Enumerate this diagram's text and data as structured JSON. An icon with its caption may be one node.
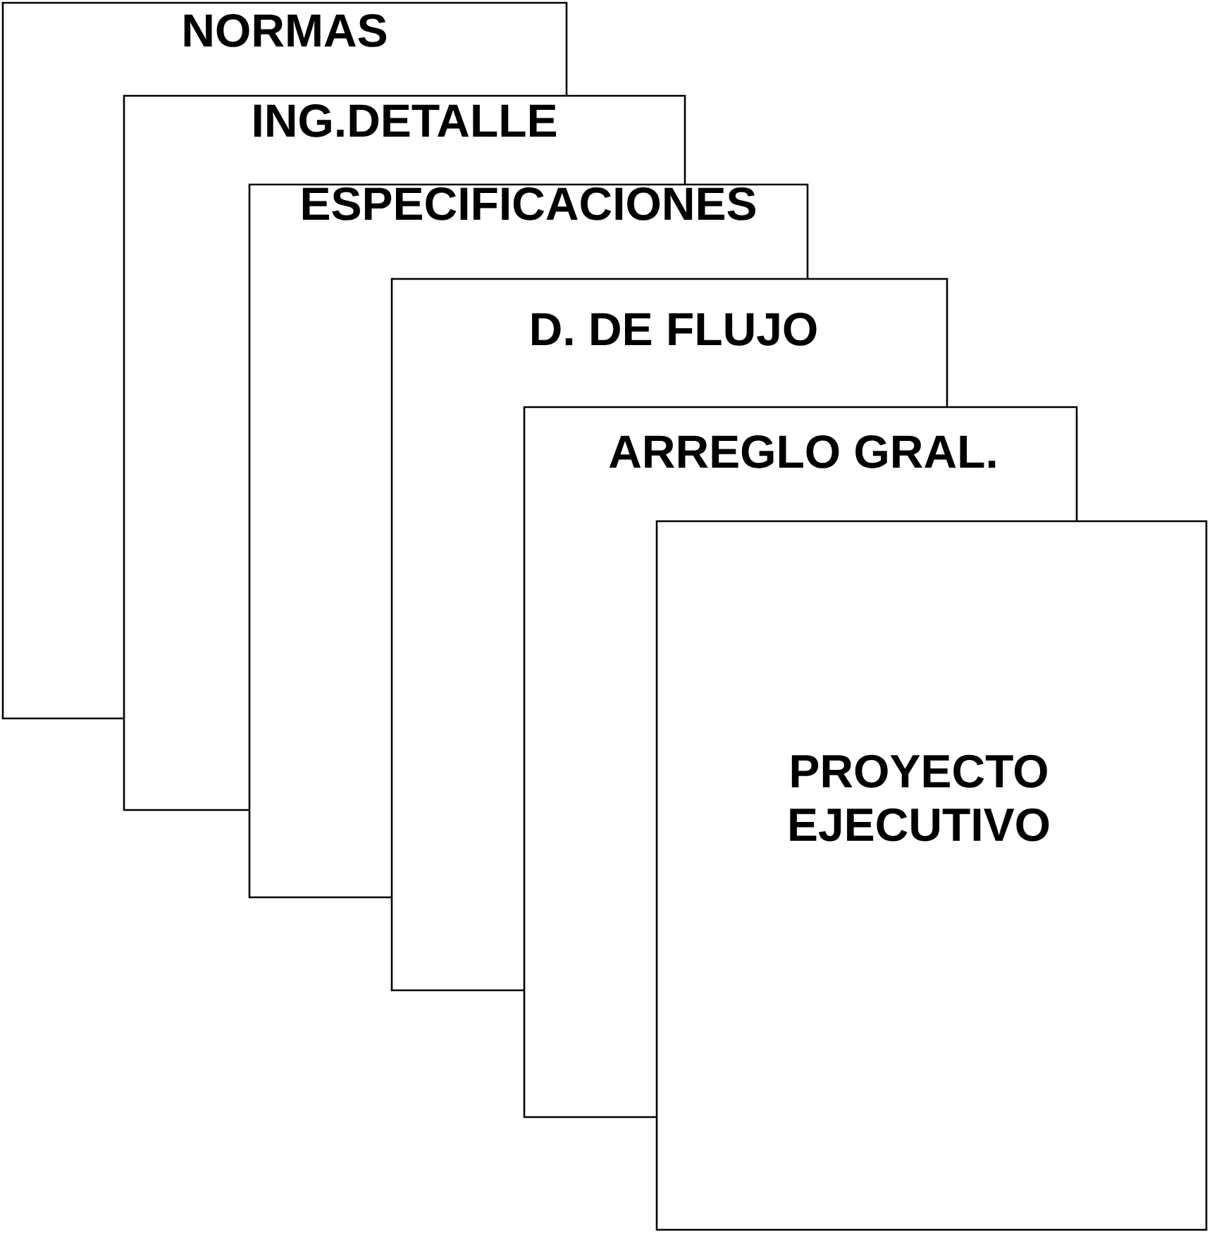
{
  "diagram": {
    "nodes": [
      {
        "text": [
          "NORMAS"
        ]
      },
      {
        "text": [
          "ING.DETALLE"
        ]
      },
      {
        "text": [
          "ESPECIFICACIONES"
        ]
      },
      {
        "text": [
          "D. DE FLUJO"
        ]
      },
      {
        "text": [
          "ARREGLO GRAL."
        ]
      },
      {
        "text": [
          "PROYECTO EJECUTIVO"
        ]
      }
    ]
  }
}
